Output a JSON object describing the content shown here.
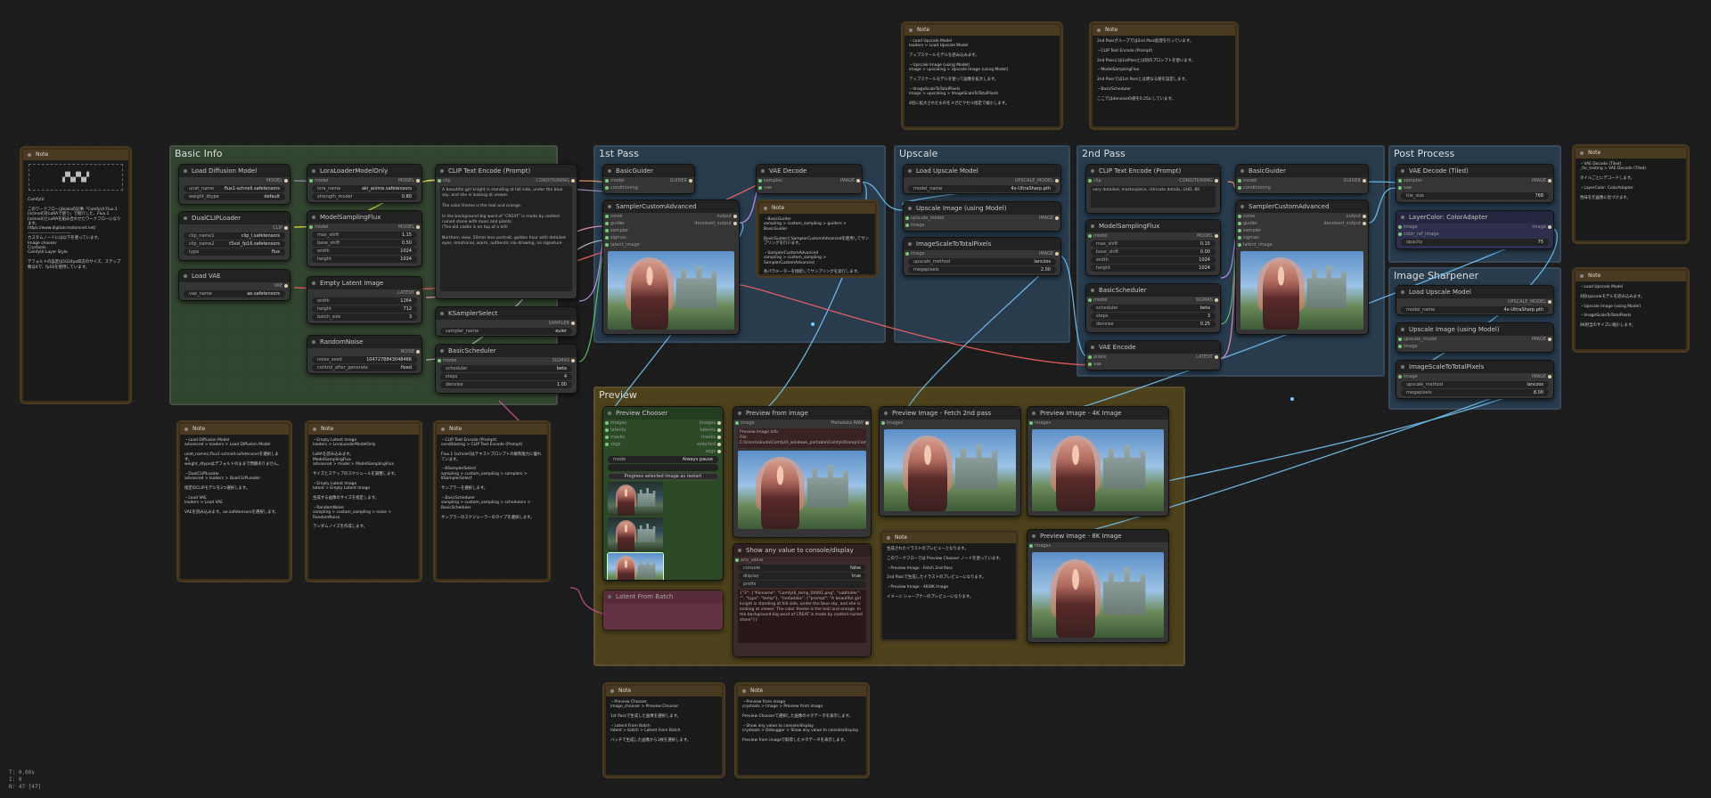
{
  "groups": {
    "basic_info": "Basic Info",
    "first_pass": "1st Pass",
    "upscale": "Upscale",
    "second_pass": "2nd Pass",
    "post_process": "Post Process",
    "image_sharpener": "Image Sharpener",
    "preview": "Preview"
  },
  "nodes": {
    "load_diffusion": {
      "title": "Load Diffusion Model",
      "out": "MODEL",
      "unet_label": "unet_name",
      "unet_value": "flux1-schnell.safetensors",
      "dtype_label": "weight_dtype",
      "dtype_value": "default"
    },
    "dual_clip": {
      "title": "DualCLIPLoader",
      "out": "CLIP",
      "c1_label": "clip_name1",
      "c1_value": "clip_l.safetensors",
      "c2_label": "clip_name2",
      "c2_value": "t5xxl_fp16.safetensors",
      "type_label": "type",
      "type_value": "flux"
    },
    "load_vae": {
      "title": "Load VAE",
      "out": "VAE",
      "vae_label": "vae_name",
      "vae_value": "ae.safetensors"
    },
    "lora": {
      "title": "LoraLoaderModelOnly",
      "in": "model",
      "out": "MODEL",
      "lora_label": "lora_name",
      "lora_value": "aki_anime.safetensors",
      "str_label": "strength_model",
      "str_value": "0.80"
    },
    "msf1": {
      "title": "ModelSamplingFlux",
      "in": "model",
      "out": "MODEL",
      "r1l": "max_shift",
      "r1v": "1.15",
      "r2l": "base_shift",
      "r2v": "0.50",
      "r3l": "width",
      "r3v": "1024",
      "r4l": "height",
      "r4v": "1024"
    },
    "empty_latent": {
      "title": "Empty Latent Image",
      "out": "LATENT",
      "wl": "width",
      "wv": "1264",
      "hl": "height",
      "hv": "712",
      "bl": "batch_size",
      "bv": "3"
    },
    "random_noise": {
      "title": "RandomNoise",
      "out": "NOISE",
      "nl": "noise_seed",
      "nv": "1047278843048466",
      "cl": "control_after_generate",
      "cv": "fixed"
    },
    "clip_text1": {
      "title": "CLIP Text Encode (Prompt)",
      "in": "clip",
      "out": "CONDITIONING",
      "text": "A beautiful girl knight is standing at hill side, under the blue sky, and she is looking at viewer.\n\nThe color theme is the teal and orange.\n\nIn the background big word of \"CREAT\" is made by castled ruined stone with moss and plants.\n(The old castle is on top of a hill)\n\nNorthern view, 50mm lens portrait, golden hour with detailed eyes, emotional, warm, authentic ink-drawing, no signature"
    },
    "ksampler_select": {
      "title": "KSamplerSelect",
      "out": "SAMPLER",
      "sl": "sampler_name",
      "sv": "euler"
    },
    "basic_scheduler1": {
      "title": "BasicScheduler",
      "in": "model",
      "out": "SIGMAS",
      "r1l": "scheduler",
      "r1v": "beta",
      "r2l": "steps",
      "r2v": "4",
      "r3l": "denoise",
      "r3v": "1.00"
    },
    "basic_guider1": {
      "title": "BasicGuider",
      "in1": "model",
      "in2": "conditioning",
      "out": "GUIDER"
    },
    "sca1": {
      "title": "SamplerCustomAdvanced",
      "in1": "noise",
      "in2": "guider",
      "in3": "sampler",
      "in4": "sigmas",
      "in5": "latent_image",
      "out1": "output",
      "out2": "denoised_output"
    },
    "vae_decode1": {
      "title": "VAE Decode",
      "in1": "samples",
      "in2": "vae",
      "out": "IMAGE"
    },
    "load_upscale": {
      "title": "Load Upscale Model",
      "out": "UPSCALE_MODEL",
      "ml": "model_name",
      "mv": "4x-UltraSharp.pth"
    },
    "upscale_img": {
      "title": "Upscale Image (using Model)",
      "in1": "upscale_model",
      "in2": "image",
      "out": "IMAGE"
    },
    "scale_mp": {
      "title": "ImageScaleToTotalPixels",
      "in": "image",
      "out": "IMAGE",
      "ml": "upscale_method",
      "mv": "lanczos",
      "pl": "megapixels",
      "pv": "2.00"
    },
    "clip_text2": {
      "title": "CLIP Text Encode (Prompt)",
      "in": "clip",
      "out": "CONDITIONING",
      "text": "very detailed, masterpiece, intricate details, UHD, 8K"
    },
    "msf2": {
      "title": "ModelSamplingFlux",
      "in": "model",
      "out": "MODEL",
      "r1l": "max_shift",
      "r1v": "0.15",
      "r2l": "base_shift",
      "r2v": "0.00",
      "r3l": "width",
      "r3v": "1024",
      "r4l": "height",
      "r4v": "1024"
    },
    "basic_scheduler2": {
      "title": "BasicScheduler",
      "in": "model",
      "out": "SIGMAS",
      "r1l": "scheduler",
      "r1v": "beta",
      "r2l": "steps",
      "r2v": "3",
      "r3l": "denoise",
      "r3v": "0.25"
    },
    "vae_encode": {
      "title": "VAE Encode",
      "in1": "pixels",
      "in2": "vae",
      "out": "LATENT"
    },
    "basic_guider2": {
      "title": "BasicGuider",
      "in1": "model",
      "in2": "conditioning",
      "out": "GUIDER"
    },
    "sca2": {
      "title": "SamplerCustomAdvanced",
      "in1": "noise",
      "in2": "guider",
      "in3": "sampler",
      "in4": "sigmas",
      "in5": "latent_image",
      "out1": "output",
      "out2": "denoised_output"
    },
    "vae_decode_tiled": {
      "title": "VAE Decode (Tiled)",
      "in1": "samples",
      "in2": "vae",
      "out": "IMAGE",
      "tl": "tile_size",
      "tv": "768"
    },
    "layer_color": {
      "title": "LayerColor: ColorAdapter",
      "in1": "image",
      "in2": "color_ref_image",
      "out": "image",
      "ol": "opacity",
      "ov": "75"
    },
    "load_upscale2": {
      "title": "Load Upscale Model",
      "out": "UPSCALE_MODEL",
      "ml": "model_name",
      "mv": "4x-UltraSharp.pth"
    },
    "upscale_img2": {
      "title": "Upscale Image (using Model)",
      "in1": "upscale_model",
      "in2": "image",
      "out": "IMAGE"
    },
    "scale_mp2": {
      "title": "ImageScaleToTotalPixels",
      "in": "image",
      "out": "IMAGE",
      "ml": "upscale_method",
      "mv": "lanczos",
      "pl": "megapixels",
      "pv": "8.00"
    },
    "preview_chooser": {
      "title": "Preview Chooser",
      "in1": "images",
      "in2": "latents",
      "in3": "masks",
      "in4": "segs",
      "out1": "images",
      "out2": "latents",
      "out3": "masks",
      "out4": "selected",
      "out5": "segs",
      "ml": "mode",
      "mv": "Always pause",
      "btn": "Progress selected image as restart"
    },
    "preview_from_image": {
      "title": "Preview from image",
      "in": "image",
      "out1": "Metadata RAW",
      "text": "Preview Image Info\nFile:\nC:\\Users\\okuda\\ComfyUI_windows_portable\\ComfyUI\\temp\\ComfyUI_temp_00001.png"
    },
    "preview_1st": {
      "title": "Preview Image - Fetch 2nd pass",
      "in": "images"
    },
    "preview_4k": {
      "title": "Preview Image - 4K Image",
      "in": "images"
    },
    "preview_8k": {
      "title": "Preview Image - 8K Image",
      "in": "images"
    },
    "show_any": {
      "title": "Show any value to console/display",
      "in": "any_value",
      "r1l": "console",
      "r1v": "false",
      "r2l": "display",
      "r2v": "true",
      "r3l": "prefix",
      "r3v": "",
      "text": "{\"3\": {\"filename\": \"ComfyUI_temp_00001.png\", \"subfolder\": \"\", \"type\": \"temp\"}, \"metadata\": {\"prompt\": \"A beautiful girl knight is standing at hill side, under the blue sky, and she is looking at viewer. The color theme is the teal and orange. In the background big word of CREAT is made by castled ruined stone\"}}"
    },
    "latent_batch": {
      "title": "Latent From Batch"
    }
  },
  "notes": {
    "title": "Note",
    "n1": "ComfyUI\n\nこのワークフローはkakaの記事「ComfyUI Flux.1 [schnell]をLoRAで使う」で紹介した、Flux.1 [schnell]とLoRAを組み合わせたワークフローになります。\nhttps://www.digitalcreatorsnet.net/\n———————————\nカスタムノードには以下を使っています。\nImage chooser\nCrystools\nComfyUI Layer Style\n\nデフォルトの設定は1024px四方のサイズ、ステップ数は4で、fp16を使用しています。",
    "n2": "・Load Diffusion Model\nadvanced > loaders > Load Diffusion Model\n\nunet_nameにflux1-schnell.safetensorsを選択します。\nweight_dtypeはデフォルトのままで問題ありません。\n\n・DualCLIPLoader\nadvanced > loaders > DualCLIPLoader\n\n指定のCLIPモデルを2つ選択します。\n\n・Load VAE\nloaders > Load VAE\n\nVAEを読み込みます。ae.safetensorsを選択します。",
    "n3": "・Empty Latent Image\nloaders > LoraLoaderModelOnly\n\nLoRAを読み込みます。\nModelSamplingFlux\nadvanced > model > ModelSamplingFlux\n\nサイズとステップのスケジュールを調整します。\n\n・Empty Latent Image\nlatent > Empty Latent Image\n\n生成する画像のサイズを指定します。\n\n・RandomNoise\nsampling > custom_sampling > noise > RandomNoise\n\nランダムノイズを作成します。",
    "n4": "・CLIP Text Encode (Prompt)\nconditioning > CLIP Text Encode (Prompt)\n\nFlux.1 [schnell]はテキストプロンプトの解釈能力に優れています。\n\n・KSamplerSelect\nsampling > custom_sampling > samplers > KSamplerSelect\n\nサンプラーを選択します。\n\n・BasicScheduler\nsampling > custom_sampling > schedulers > BasicScheduler\n\nサンプラーのスケジューラーのタイプを選択します。",
    "n5": "・BasicGuider\nsampling > custom_sampling > guiders > BasicGuider\n\nBasicGuiderとSamplerCustomAdvancedを使用してサンプリングを行います。\n\n・SamplerCustomAdvanced\nsampling > custom_sampling > SamplerCustomAdvanced\n\n各パラメーターを接続してサンプリングを実行します。",
    "n6": "・Load Upscale Model\nloaders > Load Upscale Model\n\nアップスケールモデルを読み込みます。\n\n・Upscale Image (using Model)\nimage > upscaling > Upscale Image (using Model)\n\nアップスケールモデルを使って画像を拡大します。\n\n・ImageScaleToTotalPixels\nimage > upscaling > ImageScaleToTotalPixels\n\n4倍に拡大されたものをメガピクセル指定で縮小します。",
    "n7": "2nd Passグループでは2nd Pass処理を行っています。\n\n・CLIP Text Encode (Prompt)\n\n2nd Passには1stPassとは別のプロンプトを使います。\n\n・ModelSamplingFlux\n\n2nd Passでは1st Passとは異なる値を設定します。\n\n・BasicScheduler\n\nここではdenoiseの値を0.25にしています。",
    "n8": "・VAE Decode (Tiled)\n_for_testing > VAE Decode (Tiled)\n\nタイルごとにデコードします。\n\n・LayerColor: ColorAdapter\n\n色味を元画像に近づけます。",
    "n9": "・Load Upscale Model\n\n4倍Upscaleモデルを読み込みます。\n\n・Upscale Image (using Model)\n\n・ImageScaleToTotalPixels\n\n8K相当のサイズに縮小します。",
    "n10": "生成されたイラストのプレビューとなります。\n\nこのワークフローでは Preview Chooser ノードを使っています。\n\n・Preview Image - Fetch 2nd Pass\n\n2nd Passで生成したイラストのプレビューになります。\n\n・Preview Image - 4K/8K Image\n\nイメージ シャープナーのプレビューになります。",
    "n11": "・Preview Chooser\nimage_chooser > Preview Chooser\n\n1st Passで生成した画像を選択します。\n\n・Latent From Batch\nlatent > batch > Latent From Batch\n\nバッチで生成した画像から1枚を選択します。",
    "n12": "・Preview from image\ncrystools > Image > Preview from image\n\nPreview Chooserで選択した画像のメタデータを表示します。\n\n・Show any value to console/display\ncrystools > Debugger > Show any value to console/display\n\nPreview from imageで取得したメタデータを表示します。"
  },
  "status": {
    "line1": "T: 0.00s",
    "line2": "I: 0",
    "line3": "N: 47 [47]"
  },
  "colors": {
    "basic_info": "#3f5a3c",
    "first_pass": "#2f4a66",
    "upscale": "#2f4a66",
    "second_pass": "#2f4a66",
    "post_process": "#2f4a66",
    "preview": "#6b5a1f"
  }
}
